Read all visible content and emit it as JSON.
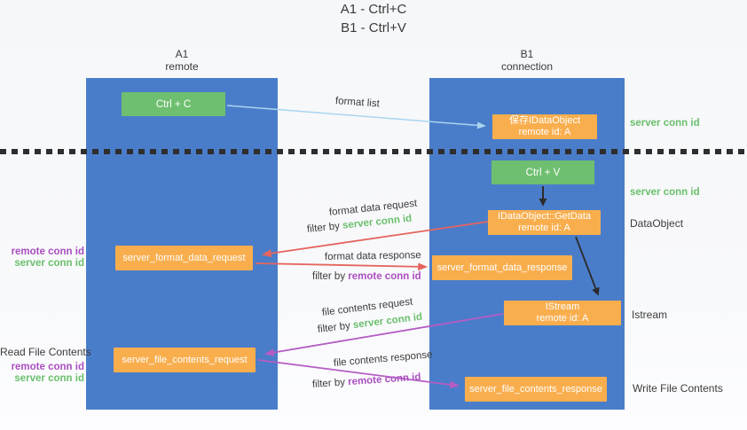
{
  "title": {
    "line1": "A1 - Ctrl+C",
    "line2": "B1 - Ctrl+V"
  },
  "lanes": {
    "left": {
      "name": "A1",
      "role": "remote"
    },
    "right": {
      "name": "B1",
      "role": "connection"
    }
  },
  "nodes": {
    "ctrl_c": {
      "label": "Ctrl + C"
    },
    "ctrl_v": {
      "label": "Ctrl + V"
    },
    "save_dataobject": {
      "line1": "保存IDataObject",
      "line2": "remote id: A"
    },
    "getdata": {
      "line1": "IDataObject::GetData",
      "line2": "remote id: A"
    },
    "istream": {
      "line1": "IStream",
      "line2": "remote id: A"
    },
    "server_format_data_request": {
      "label": "server_format_data_request"
    },
    "server_format_data_response": {
      "label": "server_format_data_response"
    },
    "server_file_contents_request": {
      "label": "server_file_contents_request"
    },
    "server_file_contents_response": {
      "label": "server_file_contents_response"
    }
  },
  "flow_labels": {
    "format_list": "format list",
    "format_data_request": "format data request",
    "format_data_response": "format data response",
    "file_contents_request": "file contents request",
    "file_contents_response": "file contents response",
    "filter_by": "filter by ",
    "server_conn_id": "server conn id",
    "remote_conn_id": "remote conn id"
  },
  "side_labels": {
    "server_conn_id_right_top": "server conn id",
    "server_conn_id_right_mid": "server conn id",
    "dataobject": "DataObject",
    "istream": "Istream",
    "write_file_contents": "Write File Contents",
    "read_file_contents": "Read File Contents",
    "remote_conn_id_left_top": "remote conn id",
    "server_conn_id_left_top": "server conn id",
    "remote_conn_id_left_bottom": "remote conn id",
    "server_conn_id_left_bottom": "server conn id"
  },
  "colors": {
    "lane_blue": "#4a7dc9",
    "box_green": "#6fbf70",
    "box_orange": "#f9ae4e",
    "arrow_red": "#e5655e",
    "arrow_purple": "#b45cc4",
    "arrow_light_blue": "#a9d5ef",
    "arrow_black": "#2b2b2b",
    "conn_id_green": "#6abf6c",
    "conn_id_purple": "#ab4fc0"
  }
}
